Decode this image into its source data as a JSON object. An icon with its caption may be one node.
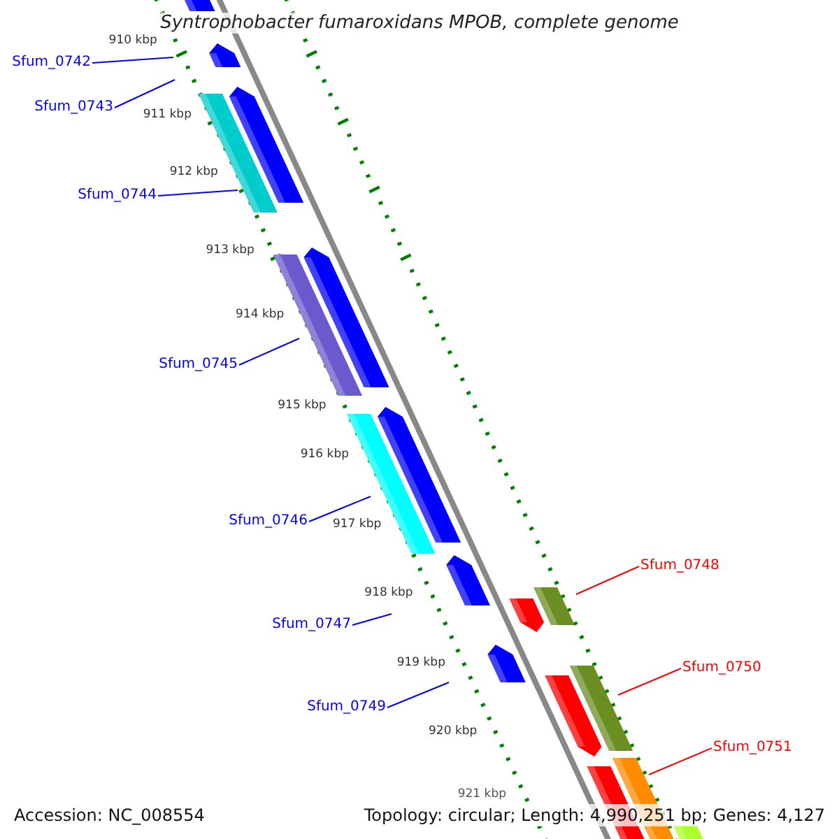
{
  "diagram": {
    "title": "Syntrophobacter fumaroxidans MPOB, complete genome",
    "nodes": [
      {
        "text": [
          "Sfum_0742"
        ]
      },
      {
        "text": [
          "Sfum_0743"
        ]
      },
      {
        "text": [
          "Sfum_0744"
        ]
      },
      {
        "text": [
          "Sfum_0745"
        ]
      },
      {
        "text": [
          "Sfum_0746"
        ]
      },
      {
        "text": [
          "Sfum_0747"
        ]
      },
      {
        "text": [
          "Sfum_0749"
        ]
      },
      {
        "text": [
          "Sfum_0748"
        ]
      },
      {
        "text": [
          "Sfum_0750"
        ]
      },
      {
        "text": [
          "Sfum_0751"
        ]
      }
    ],
    "edges": [
      {
        "from": 0,
        "to": null,
        "arrow": "none"
      },
      {
        "from": 1,
        "to": null,
        "arrow": "none"
      },
      {
        "from": 2,
        "to": null,
        "arrow": "none"
      },
      {
        "from": 3,
        "to": null,
        "arrow": "none"
      },
      {
        "from": 4,
        "to": null,
        "arrow": "none"
      },
      {
        "from": 5,
        "to": null,
        "arrow": "none"
      },
      {
        "from": 6,
        "to": null,
        "arrow": "none"
      },
      {
        "from": 7,
        "to": null,
        "arrow": "none",
        "color": "#ff0000"
      },
      {
        "from": 8,
        "to": null,
        "arrow": "none",
        "color": "#ff0000"
      },
      {
        "from": 9,
        "to": null,
        "arrow": "none",
        "color": "#ff0000"
      }
    ],
    "labels": [
      "910 kbp",
      "911 kbp",
      "912 kbp",
      "913 kbp",
      "914 kbp",
      "915 kbp",
      "916 kbp",
      "917 kbp",
      "918 kbp",
      "919 kbp",
      "920 kbp",
      "921 kbp",
      "Accession: NC_008554",
      "Topology: circular; Length: 4,990,251 bp; Genes: 4,127"
    ]
  }
}
